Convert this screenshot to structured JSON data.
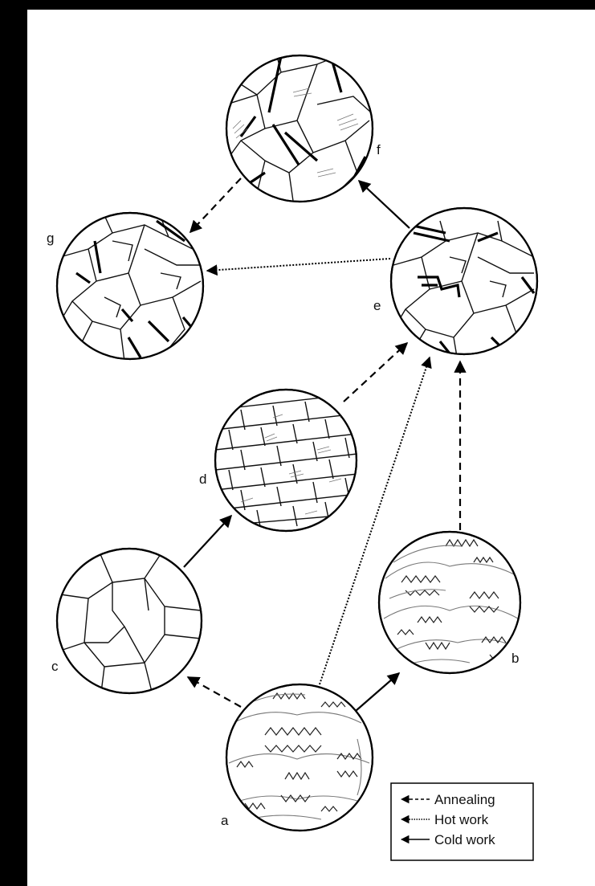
{
  "diagram": {
    "labels": {
      "a": "a",
      "b": "b",
      "c": "c",
      "d": "d",
      "e": "e",
      "f": "f",
      "g": "g"
    },
    "legend": {
      "annealing": "Annealing",
      "hot_work": "Hot work",
      "cold_work": "Cold work"
    },
    "transitions": [
      {
        "from": "a",
        "to": "b",
        "process": "cold_work"
      },
      {
        "from": "a",
        "to": "c",
        "process": "annealing"
      },
      {
        "from": "a",
        "to": "e",
        "process": "hot_work"
      },
      {
        "from": "c",
        "to": "d",
        "process": "cold_work"
      },
      {
        "from": "d",
        "to": "e",
        "process": "annealing"
      },
      {
        "from": "b",
        "to": "e",
        "process": "annealing"
      },
      {
        "from": "e",
        "to": "f",
        "process": "cold_work"
      },
      {
        "from": "e",
        "to": "g",
        "process": "hot_work"
      },
      {
        "from": "f",
        "to": "g",
        "process": "annealing"
      }
    ],
    "colors": {
      "line": "#000000",
      "background": "#ffffff",
      "frame": "#000000"
    }
  }
}
